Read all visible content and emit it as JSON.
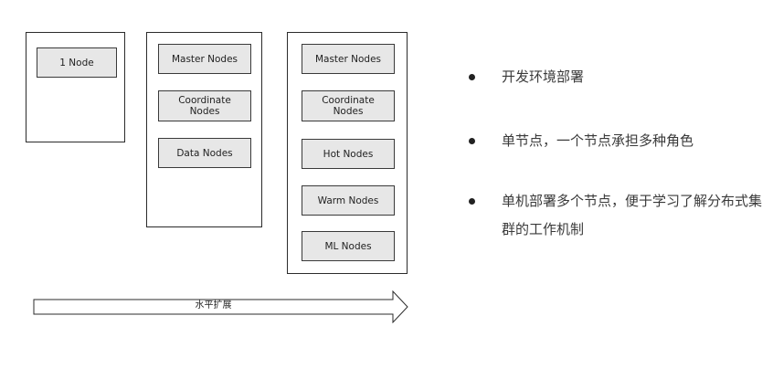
{
  "clusters": [
    {
      "nodes": [
        "1 Node"
      ]
    },
    {
      "nodes": [
        "Master Nodes",
        "Coordinate\nNodes",
        "Data Nodes"
      ]
    },
    {
      "nodes": [
        "Master Nodes",
        "Coordinate\nNodes",
        "Hot Nodes",
        "Warm Nodes",
        "ML Nodes"
      ]
    }
  ],
  "arrow_label": "水平扩展",
  "bullets": [
    "开发环境部署",
    "单节点，一个节点承担多种角色",
    "单机部署多个节点，便于学习了解分布式集群的工作机制"
  ]
}
